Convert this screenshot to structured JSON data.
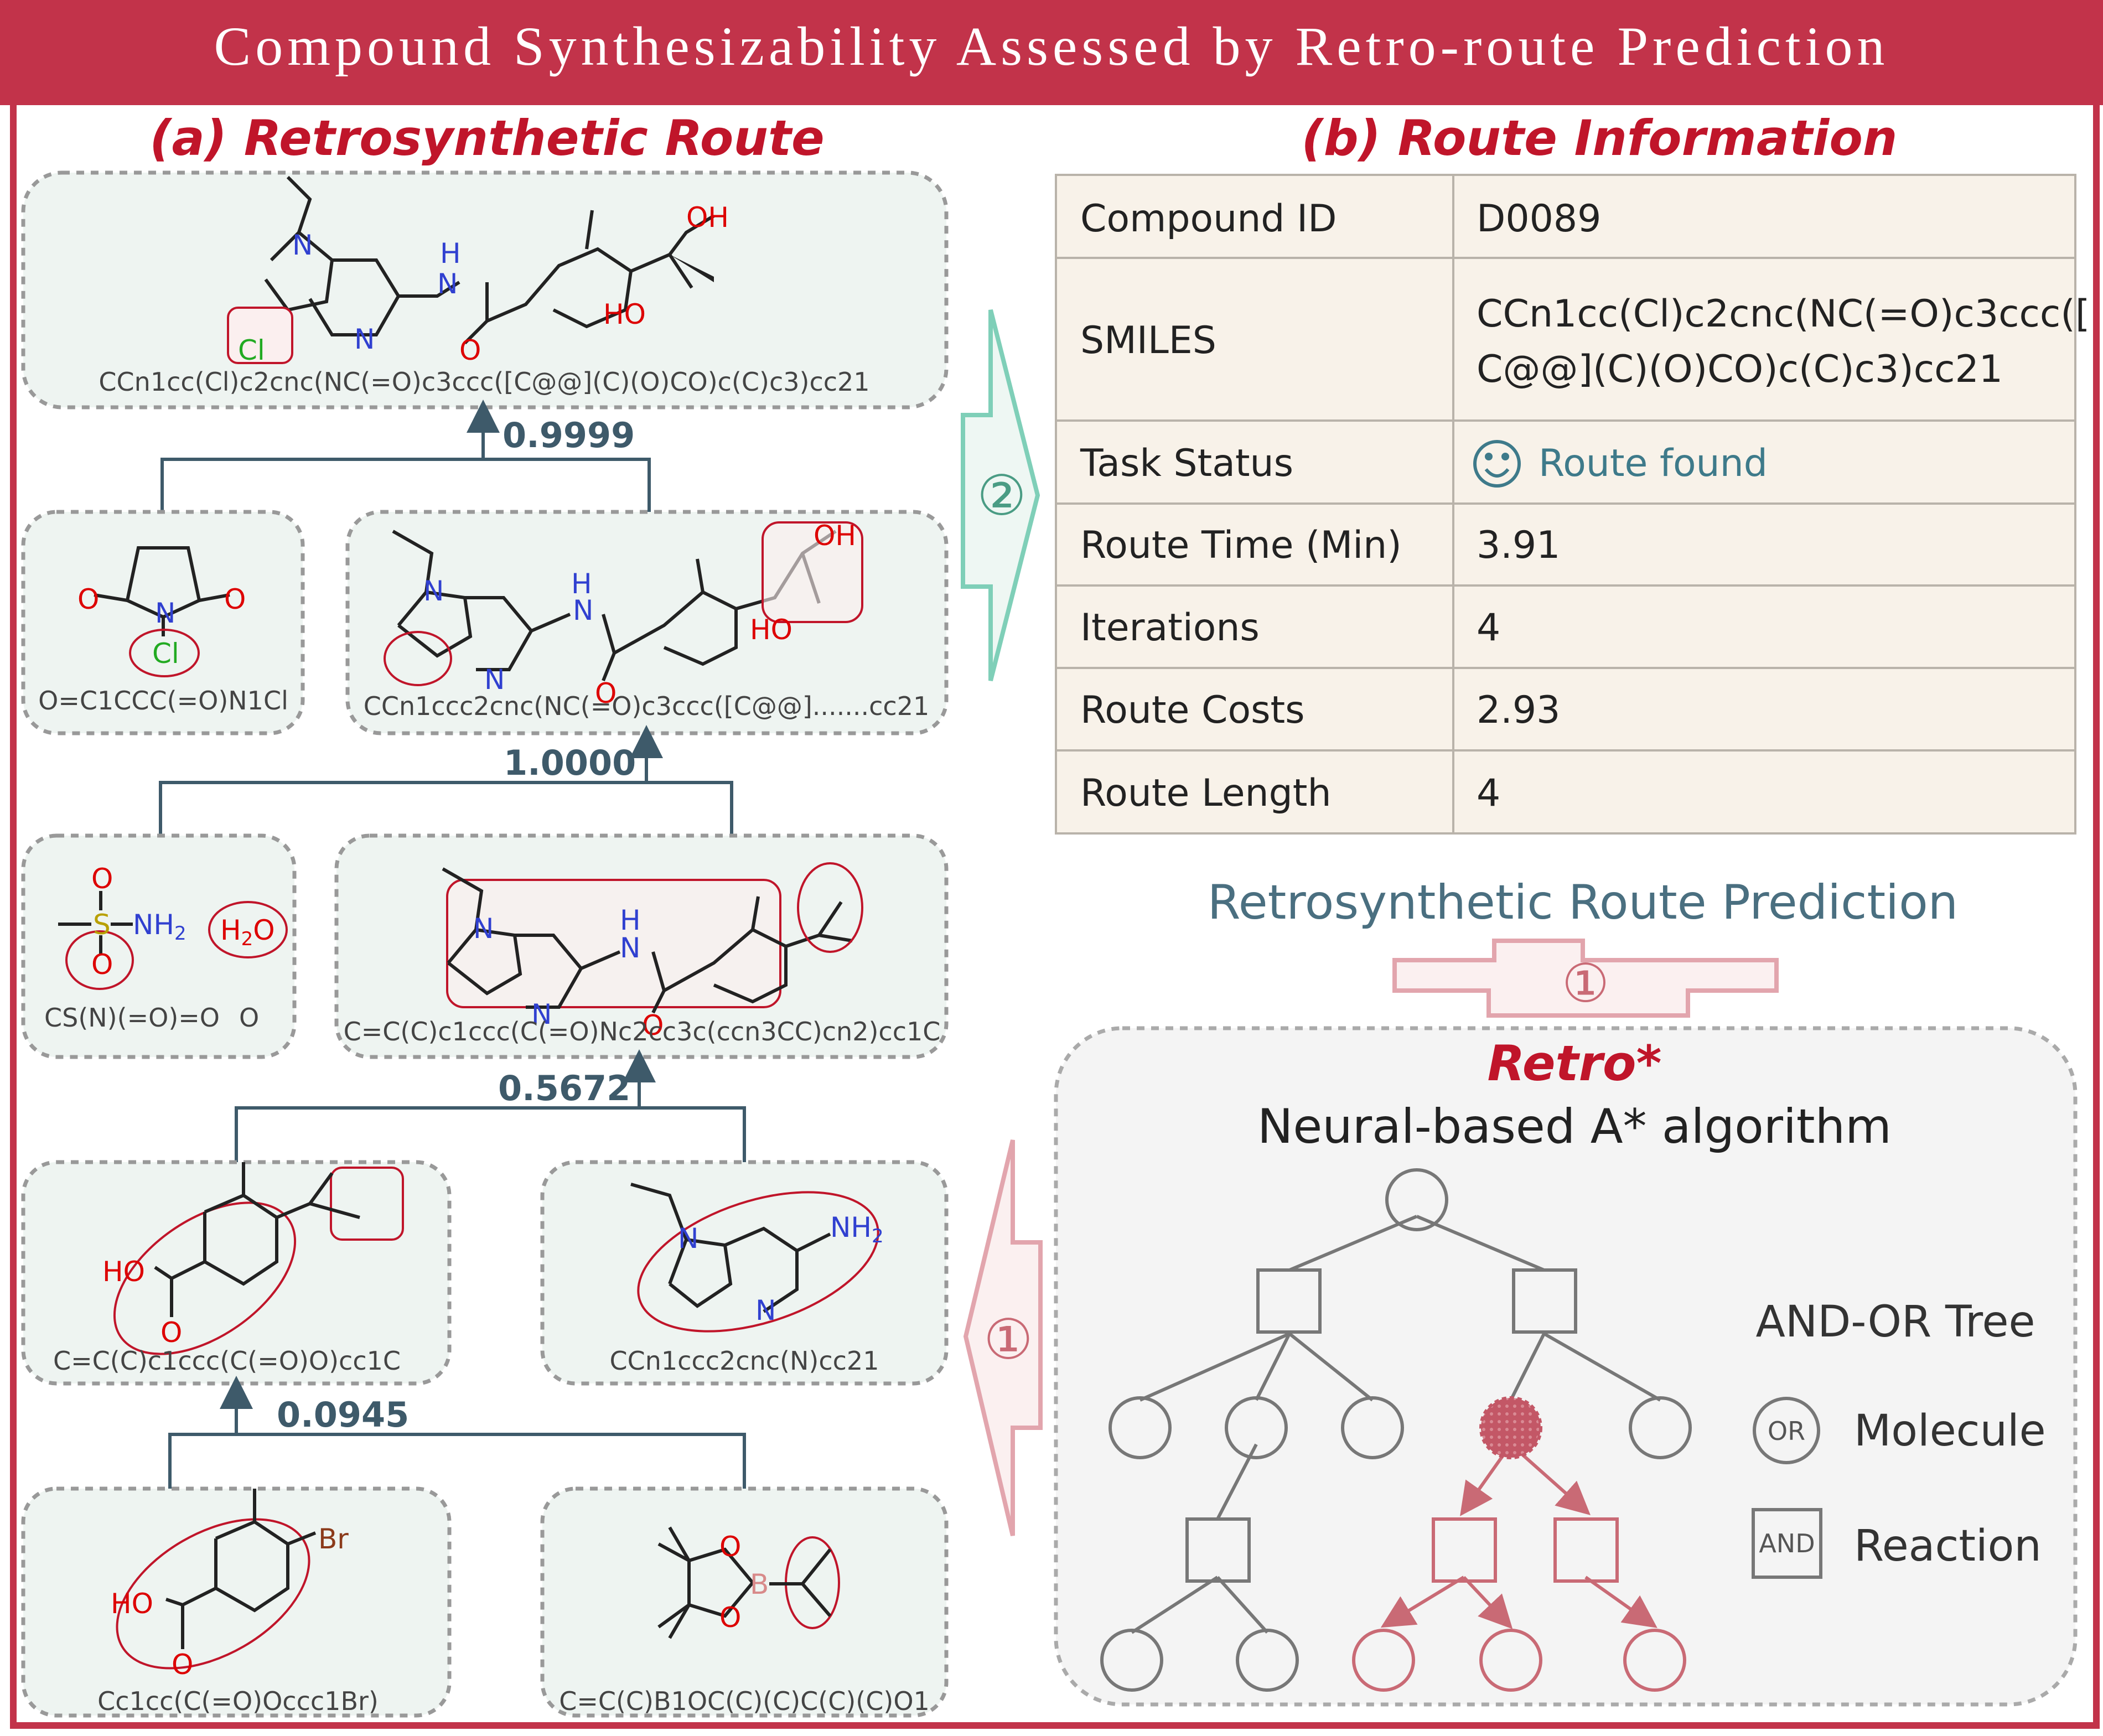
{
  "header": {
    "title": "Compound Synthesizability Assessed by Retro-route Prediction"
  },
  "section_a": {
    "label": "(a)",
    "title": "Retrosynthetic Route"
  },
  "section_b": {
    "label": "(b)",
    "title": "Route Information"
  },
  "molecules": {
    "target": "CCn1cc(Cl)c2cnc(NC(=O)c3ccc([C@@](C)(O)CO)c(C)c3)cc21",
    "ncs": "O=C1CCC(=O)N1Cl",
    "intermediate1": "CCn1ccc2cnc(NC(=O)c3ccc([C@@].......cc21",
    "sulfonamide": "CS(N)(=O)=O",
    "water": "O",
    "intermediate2": "C=C(C)c1ccc(C(=O)Nc2cc3c(ccn3CC)cn2)cc1C",
    "acid": "C=C(C)c1ccc(C(=O)O)cc1C",
    "amine": "CCn1ccc2cnc(N)cc21",
    "bromo_acid": "Cc1cc(C(=O)Occc1Br)",
    "boronate": "C=C(C)B1OC(C)(C)C(C)(C)O1"
  },
  "scores": {
    "s1": "0.9999",
    "s2": "1.0000",
    "s3": "0.5672",
    "s4": "0.0945"
  },
  "atoms": {
    "N": "N",
    "NH": "H",
    "O": "O",
    "OH": "OH",
    "HO": "HO",
    "Cl": "Cl",
    "NH2": "NH",
    "H2O_H": "H",
    "H2O_O": "O",
    "S": "S",
    "B": "B",
    "Br": "Br",
    "sub2": "2"
  },
  "table": {
    "rows": [
      {
        "label": "Compound ID",
        "value": "D0089"
      },
      {
        "label": "SMILES",
        "value_line1": "CCn1cc(Cl)c2cnc(NC(=O)c3ccc([",
        "value_line2": "C@@](C)(O)CO)c(C)c3)cc21"
      },
      {
        "label": "Task Status",
        "value": "Route found"
      },
      {
        "label": "Route Time (Min)",
        "value": "3.91"
      },
      {
        "label": "Iterations",
        "value": "4"
      },
      {
        "label": "Route Costs",
        "value": "2.93"
      },
      {
        "label": "Route Length",
        "value": "4"
      }
    ]
  },
  "arrows": {
    "step2": "②",
    "step1_side": "①",
    "step1_top": "①"
  },
  "prediction_label": "Retrosynthetic Route Prediction",
  "retro": {
    "name": "Retro*",
    "subtitle": "Neural-based  A* algorithm",
    "tree_label": "AND-OR Tree",
    "or_symbol": "OR",
    "or_label": "Molecule",
    "and_symbol": "AND",
    "and_label": "Reaction"
  },
  "colors": {
    "banner": "#c2334a",
    "accent_red": "#c0152a",
    "teal": "#3e5a6a",
    "box_fill": "#eef4f1",
    "tree_gray": "#777777",
    "tree_red": "#c96a75",
    "table_fill": "#f8f2e9"
  }
}
